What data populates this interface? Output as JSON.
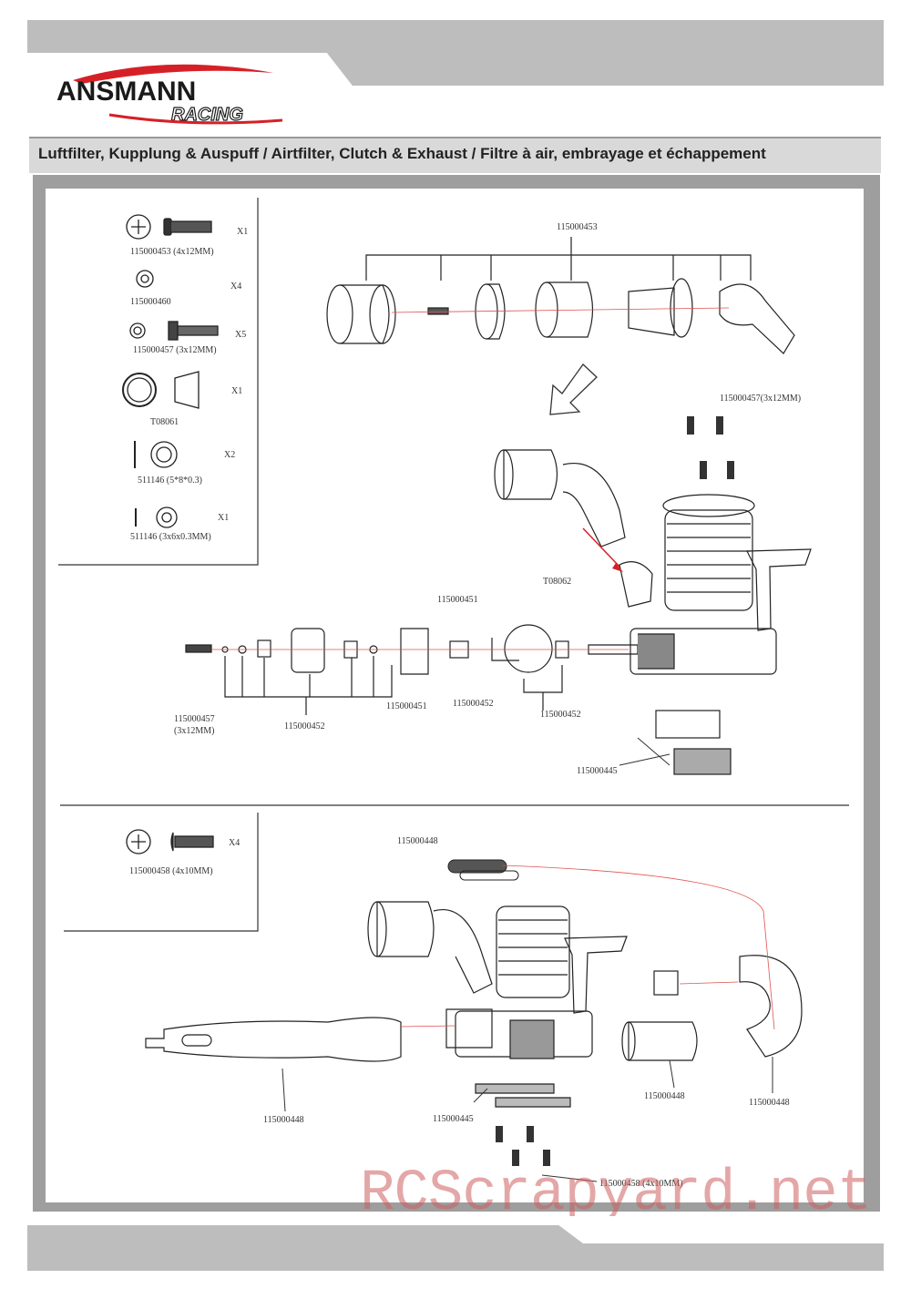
{
  "brand": {
    "name": "ANSMANN",
    "sub": "RACING"
  },
  "title": "Luftfilter, Kupplung & Auspuff / Airtfilter, Clutch & Exhaust / Filtre à air, embrayage et échappement",
  "legend_top": [
    {
      "label": "115000453 (4x12MM)",
      "qty": "X1"
    },
    {
      "label": "115000460",
      "qty": "X4"
    },
    {
      "label": "115000457 (3x12MM)",
      "qty": "X5"
    },
    {
      "label": "T08061",
      "qty": "X1"
    },
    {
      "label": "511146 (5*8*0.3)",
      "qty": "X2"
    },
    {
      "label": "511146 (3x6x0.3MM)",
      "qty": "X1"
    }
  ],
  "legend_bottom": [
    {
      "label": "115000458 (4x10MM)",
      "qty": "X4"
    }
  ],
  "callouts": {
    "airfilter": "115000453",
    "head_screws": "115000457(3x12MM)",
    "carb_nut": "T08062",
    "clutch_pin_top": "115000451",
    "clutch_pin_bottom": "115000451",
    "screw": "115000457",
    "screw_size": "(3x12MM)",
    "clutch_bell": "115000452",
    "clutch_shoe": "115000452",
    "flywheel": "115000452",
    "mount": "115000445",
    "spring": "115000448",
    "pipe": "115000448",
    "coupler": "115000448",
    "manifold": "115000448",
    "mount_bottom": "115000445",
    "mount_screws": "115000458 (4x10MM)"
  },
  "watermark": "RCScrapyard.net",
  "colors": {
    "band": "#bdbdbd",
    "accent": "#d62027",
    "frame": "#9e9e9e",
    "guide": "#e05050"
  }
}
